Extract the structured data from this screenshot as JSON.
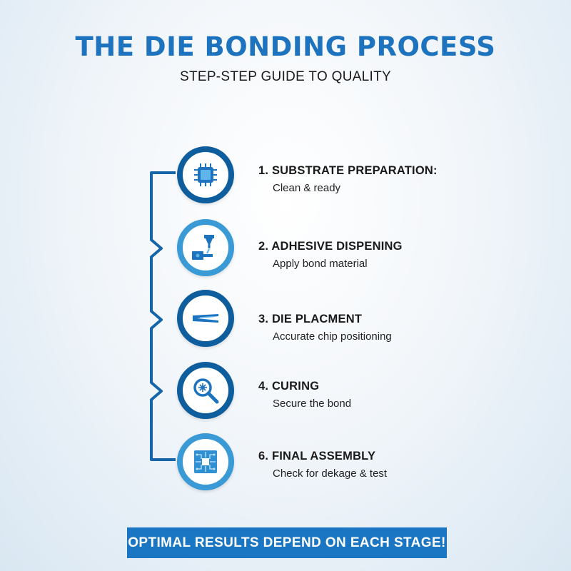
{
  "header": {
    "title": "THE DIE BONDING PROCESS",
    "subtitle": "STEP-STEP GUIDE TO QUALITY"
  },
  "steps": [
    {
      "title": "1. SUBSTRATE PREPARATION:",
      "description": "Clean & ready",
      "icon": "chip-icon"
    },
    {
      "title": "2. ADHESIVE DISPENING",
      "description": "Apply bond material",
      "icon": "dispenser-icon"
    },
    {
      "title": "3. DIE PLACMENT",
      "description": "Accurate chip positioning",
      "icon": "tweezers-icon"
    },
    {
      "title": "4. CURING",
      "description": "Secure the bond",
      "icon": "magnifier-icon"
    },
    {
      "title": "6. FINAL ASSEMBLY",
      "description": "Check for dekage & test",
      "icon": "circuit-board-icon"
    }
  ],
  "footer": {
    "banner": "OPTIMAL RESULTS DEPEND ON EACH STAGE!"
  },
  "colors": {
    "primary": "#1d73bd",
    "dark_ring": "#0e5e9e",
    "light_ring": "#3a9ad5",
    "banner": "#1a76c2"
  }
}
